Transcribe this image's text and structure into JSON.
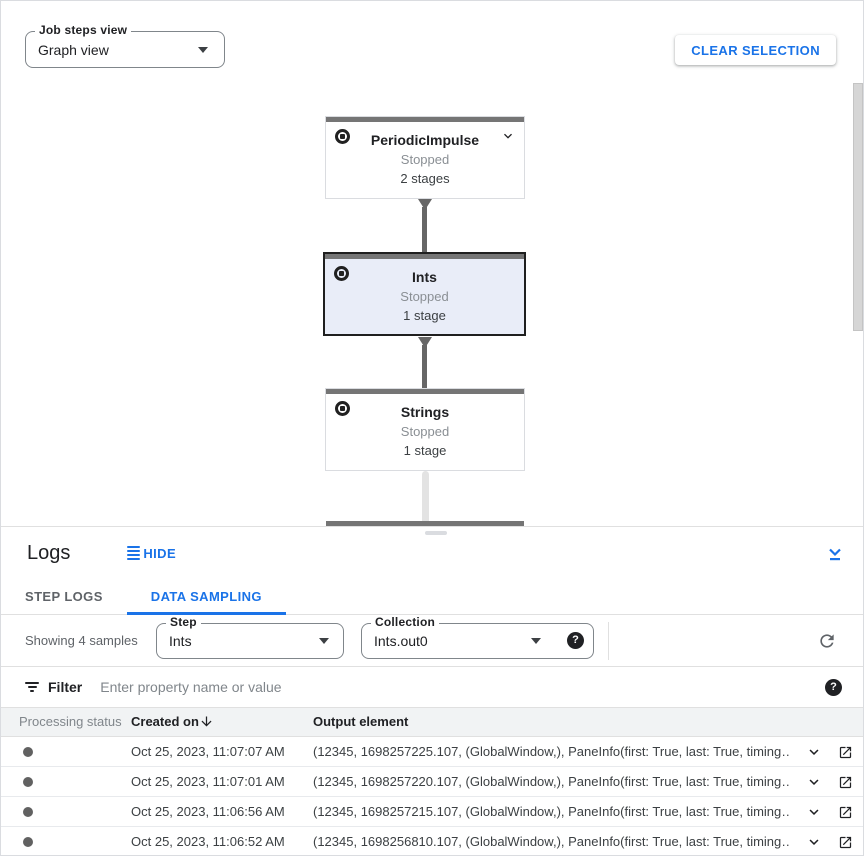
{
  "toolbar": {
    "job_steps_view": {
      "label": "Job steps view",
      "value": "Graph view"
    },
    "clear_selection_label": "CLEAR SELECTION"
  },
  "graph": {
    "nodes": [
      {
        "title": "PeriodicImpulse",
        "status": "Stopped",
        "stages": "2 stages",
        "selected": false
      },
      {
        "title": "Ints",
        "status": "Stopped",
        "stages": "1 stage",
        "selected": true
      },
      {
        "title": "Strings",
        "status": "Stopped",
        "stages": "1 stage",
        "selected": false
      }
    ]
  },
  "logs": {
    "title": "Logs",
    "hide_label": "HIDE",
    "tabs": [
      {
        "label": "STEP LOGS",
        "active": false
      },
      {
        "label": "DATA SAMPLING",
        "active": true
      }
    ],
    "sampling": {
      "showing_text": "Showing 4 samples",
      "step": {
        "label": "Step",
        "value": "Ints"
      },
      "collection": {
        "label": "Collection",
        "value": "Ints.out0"
      },
      "help_glyph": "?"
    },
    "filter": {
      "label": "Filter",
      "placeholder": "Enter property name or value",
      "help_glyph": "?"
    },
    "table": {
      "columns": {
        "status": "Processing status",
        "created": "Created on",
        "output": "Output element"
      },
      "rows": [
        {
          "created_on": "Oct 25, 2023, 11:07:07 AM",
          "output": "(12345, 1698257225.107, (GlobalWindow,), PaneInfo(first: True, last: True, timing…"
        },
        {
          "created_on": "Oct 25, 2023, 11:07:01 AM",
          "output": "(12345, 1698257220.107, (GlobalWindow,), PaneInfo(first: True, last: True, timing…"
        },
        {
          "created_on": "Oct 25, 2023, 11:06:56 AM",
          "output": "(12345, 1698257215.107, (GlobalWindow,), PaneInfo(first: True, last: True, timing…"
        },
        {
          "created_on": "Oct 25, 2023, 11:06:52 AM",
          "output": "(12345, 1698256810.107, (GlobalWindow,), PaneInfo(first: True, last: True, timing…"
        }
      ]
    }
  },
  "colors": {
    "accent": "#1a73e8",
    "node_bar": "#757575",
    "selected_node_bg": "#e9edf8",
    "status_gray": "#8a8f94"
  }
}
